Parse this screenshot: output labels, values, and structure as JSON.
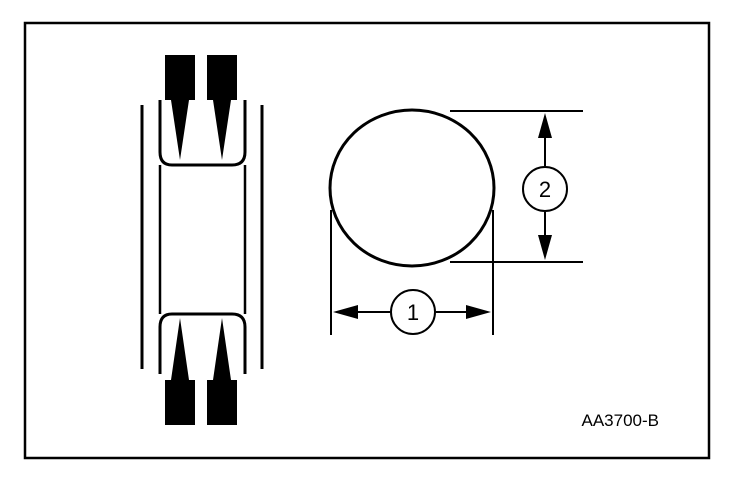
{
  "figure": {
    "id_label": "AA3700-B",
    "callouts": {
      "width_label": "1",
      "height_label": "2"
    },
    "colors": {
      "line": "#000000",
      "background": "#ffffff"
    }
  }
}
